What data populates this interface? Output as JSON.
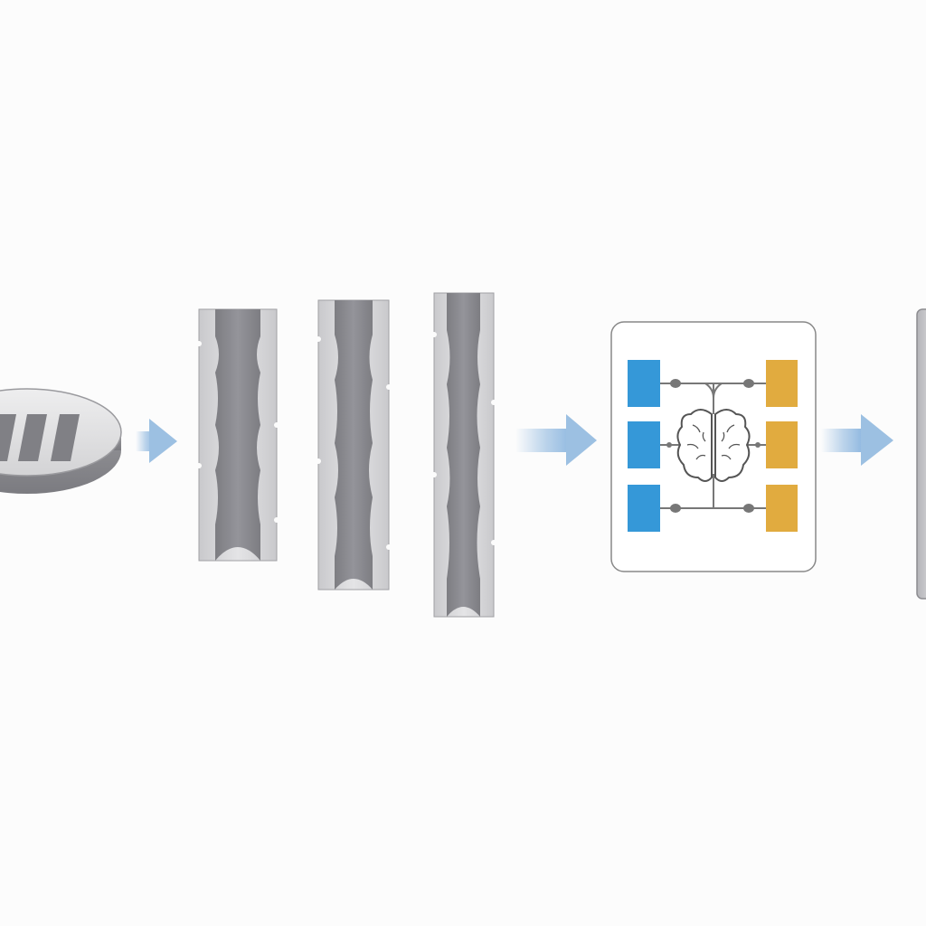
{
  "diagram": {
    "stages": [
      {
        "name": "wafer",
        "icon": "grated-disc-icon"
      },
      {
        "name": "cross-sections",
        "icon": "channel-strip-icon",
        "count": 3
      },
      {
        "name": "ai-analysis",
        "icon": "brain-icon",
        "inputs": 3,
        "outputs": 3
      },
      {
        "name": "output-panel",
        "icon": "panel-icon"
      }
    ],
    "colors": {
      "background": "#fcfcfc",
      "metal_light": "#d6d6d8",
      "metal_dark": "#8a8a8e",
      "arrow": "#a9c8e6",
      "input_block": "#3598d8",
      "output_block": "#e1ab3f",
      "connector": "#777777"
    }
  }
}
